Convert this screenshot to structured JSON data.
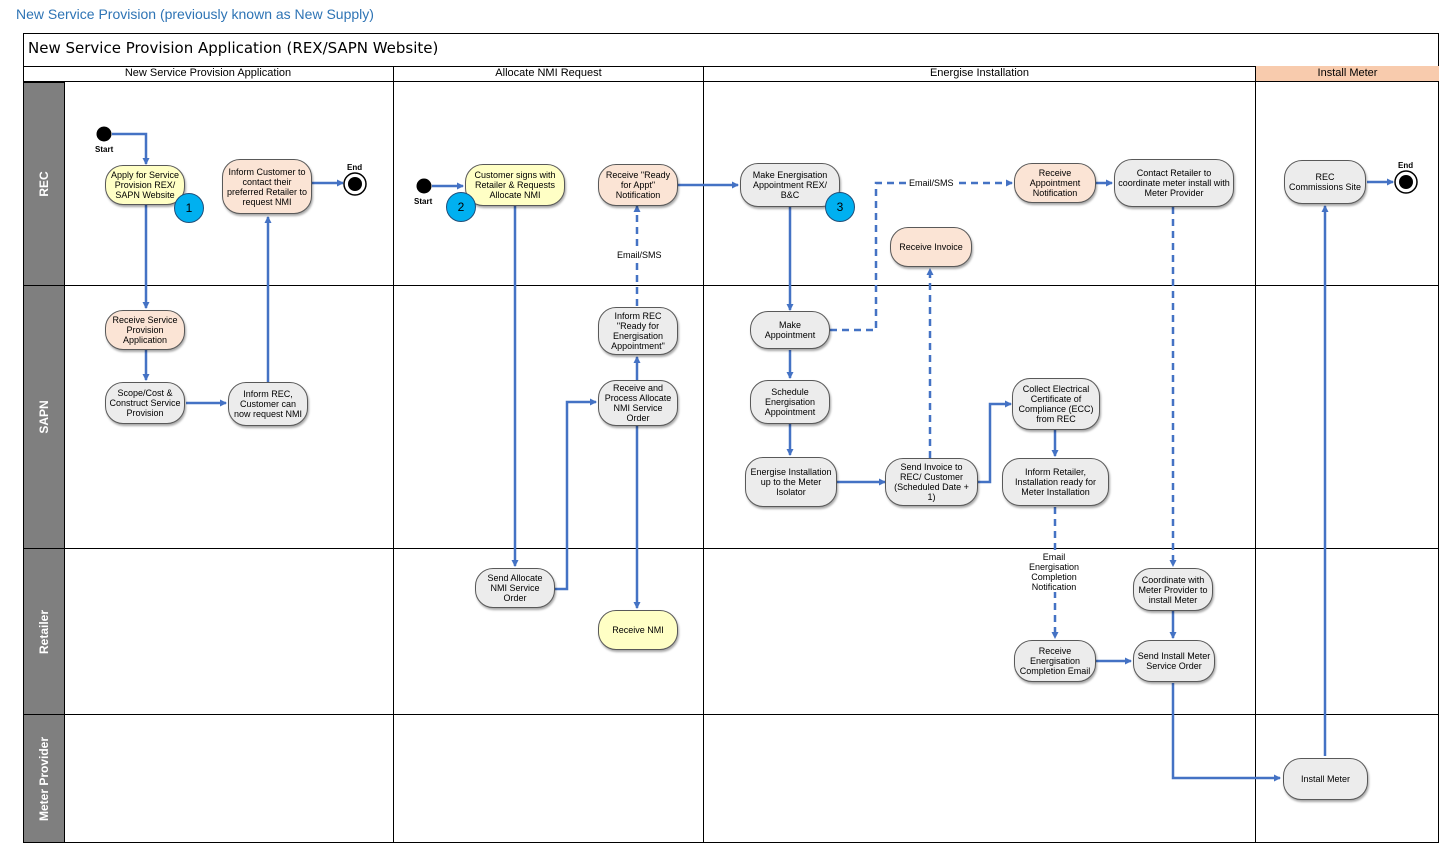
{
  "heading": "New Service Provision (previously known as New Supply)",
  "pool_title": "New Service Provision Application (REX/SAPN Website)",
  "phases": [
    {
      "label": "New Service Provision Application"
    },
    {
      "label": "Allocate NMI Request"
    },
    {
      "label": "Energise Installation"
    },
    {
      "label": "Install Meter"
    }
  ],
  "lanes": [
    {
      "label": "REC"
    },
    {
      "label": "SAPN"
    },
    {
      "label": "Retailer"
    },
    {
      "label": "Meter Provider"
    }
  ],
  "markers": {
    "start1": "Start",
    "start2": "Start",
    "end1": "End",
    "end2": "End"
  },
  "nodes": {
    "apply": "Apply for Service Provision REX/ SAPN Website",
    "inform_customer": "Inform Customer to contact their preferred Retailer to request NMI",
    "receive_app": "Receive Service Provision Application",
    "scope": "Scope/Cost & Construct Service Provision",
    "inform_rec_nmi": "Inform REC, Customer can now request NMI",
    "customer_signs": "Customer signs with Retailer & Requests Allocate NMI",
    "receive_ready": "Receive \"Ready for Appt\" Notification",
    "inform_rec_ready": "Inform REC \"Ready for Energisation Appointment\"",
    "receive_process": "Receive and Process Allocate NMI Service Order",
    "send_allocate": "Send Allocate NMI Service Order",
    "receive_nmi": "Receive NMI",
    "make_energisation": "Make Energisation Appointment REX/ B&C",
    "receive_appt_notif": "Receive Appointment Notification",
    "contact_retailer": "Contact Retailer to coordinate meter install with Meter Provider",
    "receive_invoice": "Receive Invoice",
    "make_appointment": "Make Appointment",
    "schedule": "Schedule Energisation Appointment",
    "energise": "Energise Installation up to the Meter Isolator",
    "send_invoice": "Send Invoice to REC/ Customer (Scheduled Date + 1)",
    "collect_ecc": "Collect Electrical Certificate of Compliance (ECC) from REC",
    "inform_retailer": "Inform Retailer, Installation ready for Meter Installation",
    "receive_completion": "Receive Energisation Completion Email",
    "coordinate": "Coordinate with Meter Provider to install Meter",
    "send_install": "Send Install Meter Service Order",
    "rec_commissions": "REC Commissions Site",
    "install_meter": "Install Meter"
  },
  "badges": [
    "1",
    "2",
    "3"
  ],
  "edge_labels": {
    "email_sms_1": "Email/SMS",
    "email_sms_2": "Email/SMS",
    "completion": "Email Energisation Completion Notification"
  },
  "colors": {
    "flow": "#4472c4",
    "badge": "#00b0f0",
    "lane_header": "#7f7f7f",
    "install_meter_phase": "#f8cbad"
  }
}
